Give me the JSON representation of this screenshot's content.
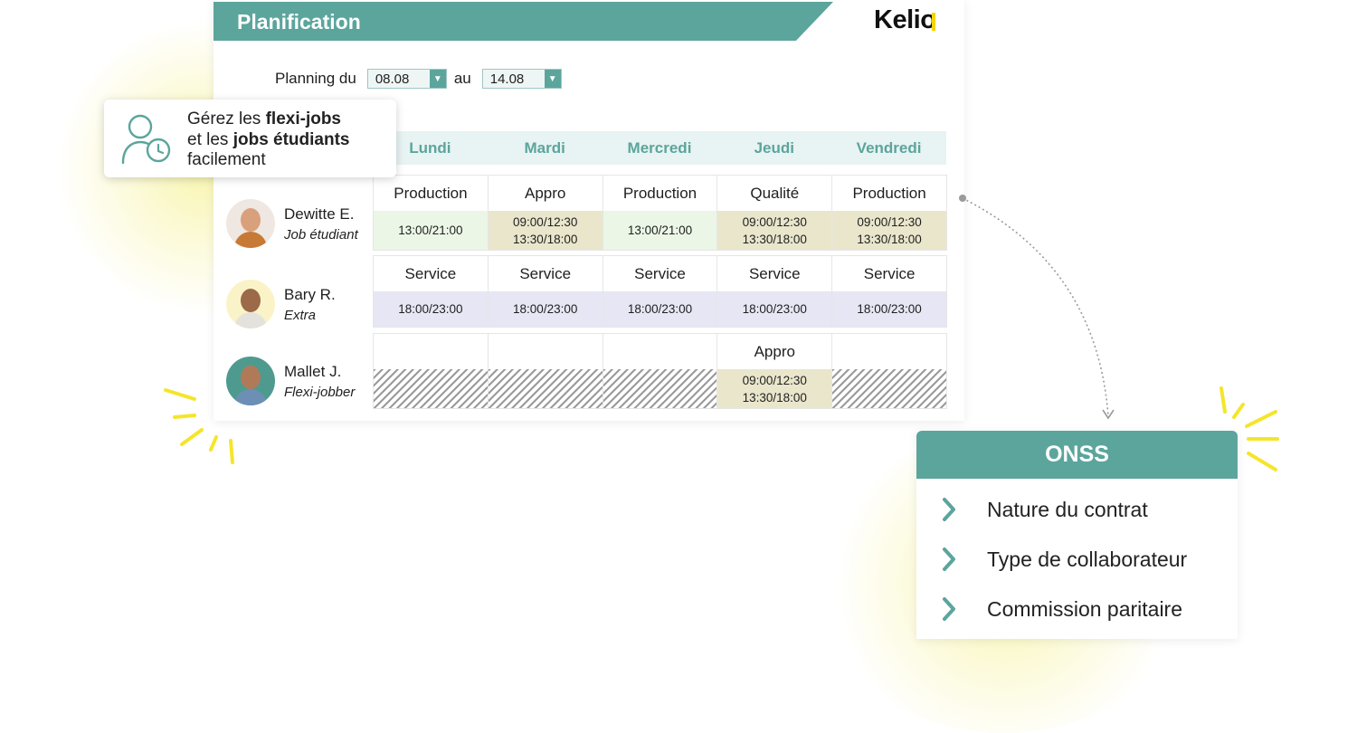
{
  "panel": {
    "title": "Planification",
    "logo": "Kelio",
    "date_label": "Planning du",
    "date_from": "08.08",
    "date_sep": "au",
    "date_to": "14.08"
  },
  "days": [
    "Lundi",
    "Mardi",
    "Mercredi",
    "Jeudi",
    "Vendredi"
  ],
  "employees": [
    {
      "name": "Dewitte E.",
      "role": "Job étudiant",
      "shifts": [
        {
          "label": "Production",
          "time": "13:00/21:00"
        },
        {
          "label": "Appro",
          "time": "09:00/12:30 13:30/18:00"
        },
        {
          "label": "Production",
          "time": "13:00/21:00"
        },
        {
          "label": "Qualité",
          "time": "09:00/12:30 13:30/18:00"
        },
        {
          "label": "Production",
          "time": "09:00/12:30 13:30/18:00"
        }
      ]
    },
    {
      "name": "Bary R.",
      "role": "Extra",
      "shifts": [
        {
          "label": "Service",
          "time": "18:00/23:00"
        },
        {
          "label": "Service",
          "time": "18:00/23:00"
        },
        {
          "label": "Service",
          "time": "18:00/23:00"
        },
        {
          "label": "Service",
          "time": "18:00/23:00"
        },
        {
          "label": "Service",
          "time": "18:00/23:00"
        }
      ]
    },
    {
      "name": "Mallet J.",
      "role": "Flexi-jobber",
      "shifts": [
        {
          "label": "",
          "time": ""
        },
        {
          "label": "",
          "time": ""
        },
        {
          "label": "",
          "time": ""
        },
        {
          "label": "Appro",
          "time": "09:00/12:30 13:30/18:00"
        },
        {
          "label": "",
          "time": ""
        }
      ]
    }
  ],
  "callout": {
    "line1_pre": "Gérez les ",
    "line1_bold": "flexi-jobs",
    "line2_pre": "et les ",
    "line2_bold": "jobs étudiants",
    "line3": "facilement"
  },
  "onss": {
    "title": "ONSS",
    "items": [
      "Nature du contrat",
      "Type de collaborateur",
      "Commission paritaire"
    ]
  },
  "colors": {
    "teal": "#5ba59c",
    "green_cell": "#ebf6e6",
    "khaki_cell": "#e9e6cc",
    "lavender_cell": "#e6e6f4",
    "highlight_yellow": "#f5e52a"
  },
  "icons": [
    "user-clock-icon",
    "chevron-right-icon",
    "dropdown-arrow-icon",
    "connector-arrow",
    "sparkle-rays"
  ]
}
